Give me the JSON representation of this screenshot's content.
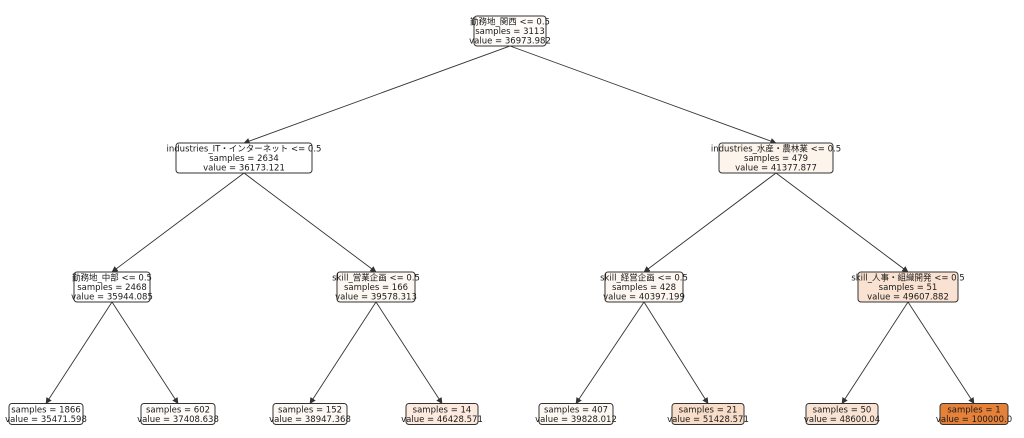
{
  "tree": {
    "nodes": [
      {
        "id": "n0",
        "lines": [
          "勤務地_関西 <= 0.5",
          "samples = 3113",
          "value = 36973.982"
        ],
        "fill": "#fefbf8"
      },
      {
        "id": "n1",
        "lines": [
          "industries_IT・インターネット <= 0.5",
          "samples = 2634",
          "value = 36173.121"
        ],
        "fill": "#ffffff"
      },
      {
        "id": "n2",
        "lines": [
          "industries_水産・農林業 <= 0.5",
          "samples = 479",
          "value = 41377.877"
        ],
        "fill": "#fdf4ec"
      },
      {
        "id": "n3",
        "lines": [
          "勤務地_中部 <= 0.5",
          "samples = 2468",
          "value = 35944.085"
        ],
        "fill": "#ffffff"
      },
      {
        "id": "n4",
        "lines": [
          "skill_営業企画 <= 0.5",
          "samples = 166",
          "value = 39578.313"
        ],
        "fill": "#fdf7f1"
      },
      {
        "id": "n5",
        "lines": [
          "skill_経営企画 <= 0.5",
          "samples = 428",
          "value = 40397.199"
        ],
        "fill": "#fdf6f0"
      },
      {
        "id": "n6",
        "lines": [
          "skill_人事・組織開発 <= 0.5",
          "samples = 51",
          "value = 49607.882"
        ],
        "fill": "#f9e2d1"
      },
      {
        "id": "n7",
        "lines": [
          "samples = 1866",
          "value = 35471.598"
        ],
        "fill": "#ffffff"
      },
      {
        "id": "n8",
        "lines": [
          "samples = 602",
          "value = 37408.638"
        ],
        "fill": "#fefbf8"
      },
      {
        "id": "n9",
        "lines": [
          "samples = 152",
          "value = 38947.368"
        ],
        "fill": "#fdf8f3"
      },
      {
        "id": "n10",
        "lines": [
          "samples = 14",
          "value = 46428.571"
        ],
        "fill": "#fbeadd"
      },
      {
        "id": "n11",
        "lines": [
          "samples = 407",
          "value = 39828.012"
        ],
        "fill": "#fdf7f2"
      },
      {
        "id": "n12",
        "lines": [
          "samples = 21",
          "value = 51428.571"
        ],
        "fill": "#f8ddc9"
      },
      {
        "id": "n13",
        "lines": [
          "samples = 50",
          "value = 48600.04"
        ],
        "fill": "#f9e4d4"
      },
      {
        "id": "n14",
        "lines": [
          "samples = 1",
          "value = 100000.0"
        ],
        "fill": "#e58139"
      }
    ],
    "edges": [
      {
        "from": "n0",
        "to": "n1"
      },
      {
        "from": "n0",
        "to": "n2"
      },
      {
        "from": "n1",
        "to": "n3"
      },
      {
        "from": "n1",
        "to": "n4"
      },
      {
        "from": "n2",
        "to": "n5"
      },
      {
        "from": "n2",
        "to": "n6"
      },
      {
        "from": "n3",
        "to": "n7"
      },
      {
        "from": "n3",
        "to": "n8"
      },
      {
        "from": "n4",
        "to": "n9"
      },
      {
        "from": "n4",
        "to": "n10"
      },
      {
        "from": "n5",
        "to": "n11"
      },
      {
        "from": "n5",
        "to": "n12"
      },
      {
        "from": "n6",
        "to": "n13"
      },
      {
        "from": "n6",
        "to": "n14"
      }
    ]
  }
}
